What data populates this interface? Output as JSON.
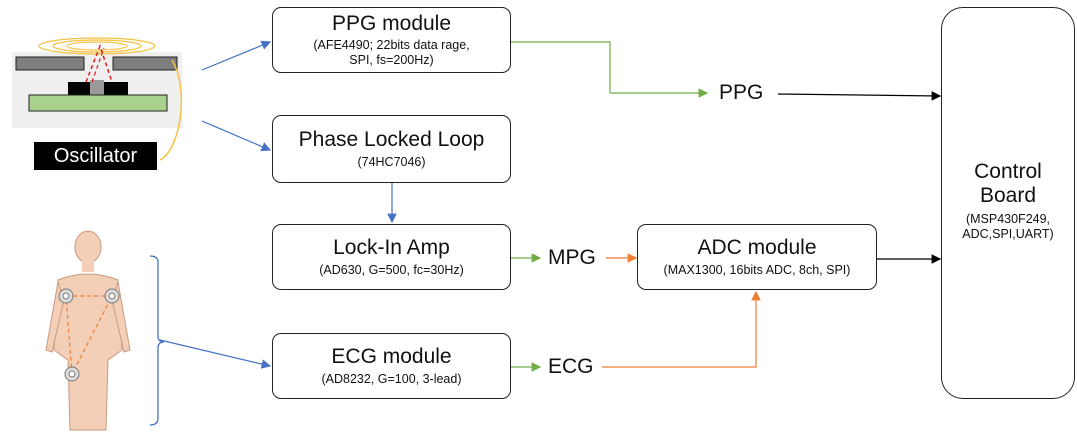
{
  "oscillator": {
    "label": "Oscillator"
  },
  "blocks": {
    "ppg_module": {
      "title": "PPG module",
      "lines": [
        "(AFE4490; 22bits data rage,",
        "SPI, fs=200Hz)"
      ]
    },
    "pll": {
      "title": "Phase Locked Loop",
      "lines": [
        "(74HC7046)"
      ]
    },
    "lockin": {
      "title": "Lock-In Amp",
      "lines": [
        "(AD630, G=500, fc=30Hz)"
      ]
    },
    "ecg_module": {
      "title": "ECG module",
      "lines": [
        "(AD8232, G=100, 3-lead)"
      ]
    },
    "adc_module": {
      "title": "ADC module",
      "lines": [
        "(MAX1300, 16bits ADC, 8ch, SPI)"
      ]
    },
    "control": {
      "title_lines": [
        "Control",
        "Board"
      ],
      "lines": [
        "(MSP430F249,",
        "ADC,SPI,UART)"
      ]
    }
  },
  "signals": {
    "ppg": "PPG",
    "mpg": "MPG",
    "ecg": "ECG"
  },
  "colors": {
    "blue": "#4472c4",
    "green": "#70ad47",
    "orange": "#ed7d31",
    "black": "#000000",
    "skin": "#f2cfb6",
    "pcb": "#a9d18e"
  }
}
